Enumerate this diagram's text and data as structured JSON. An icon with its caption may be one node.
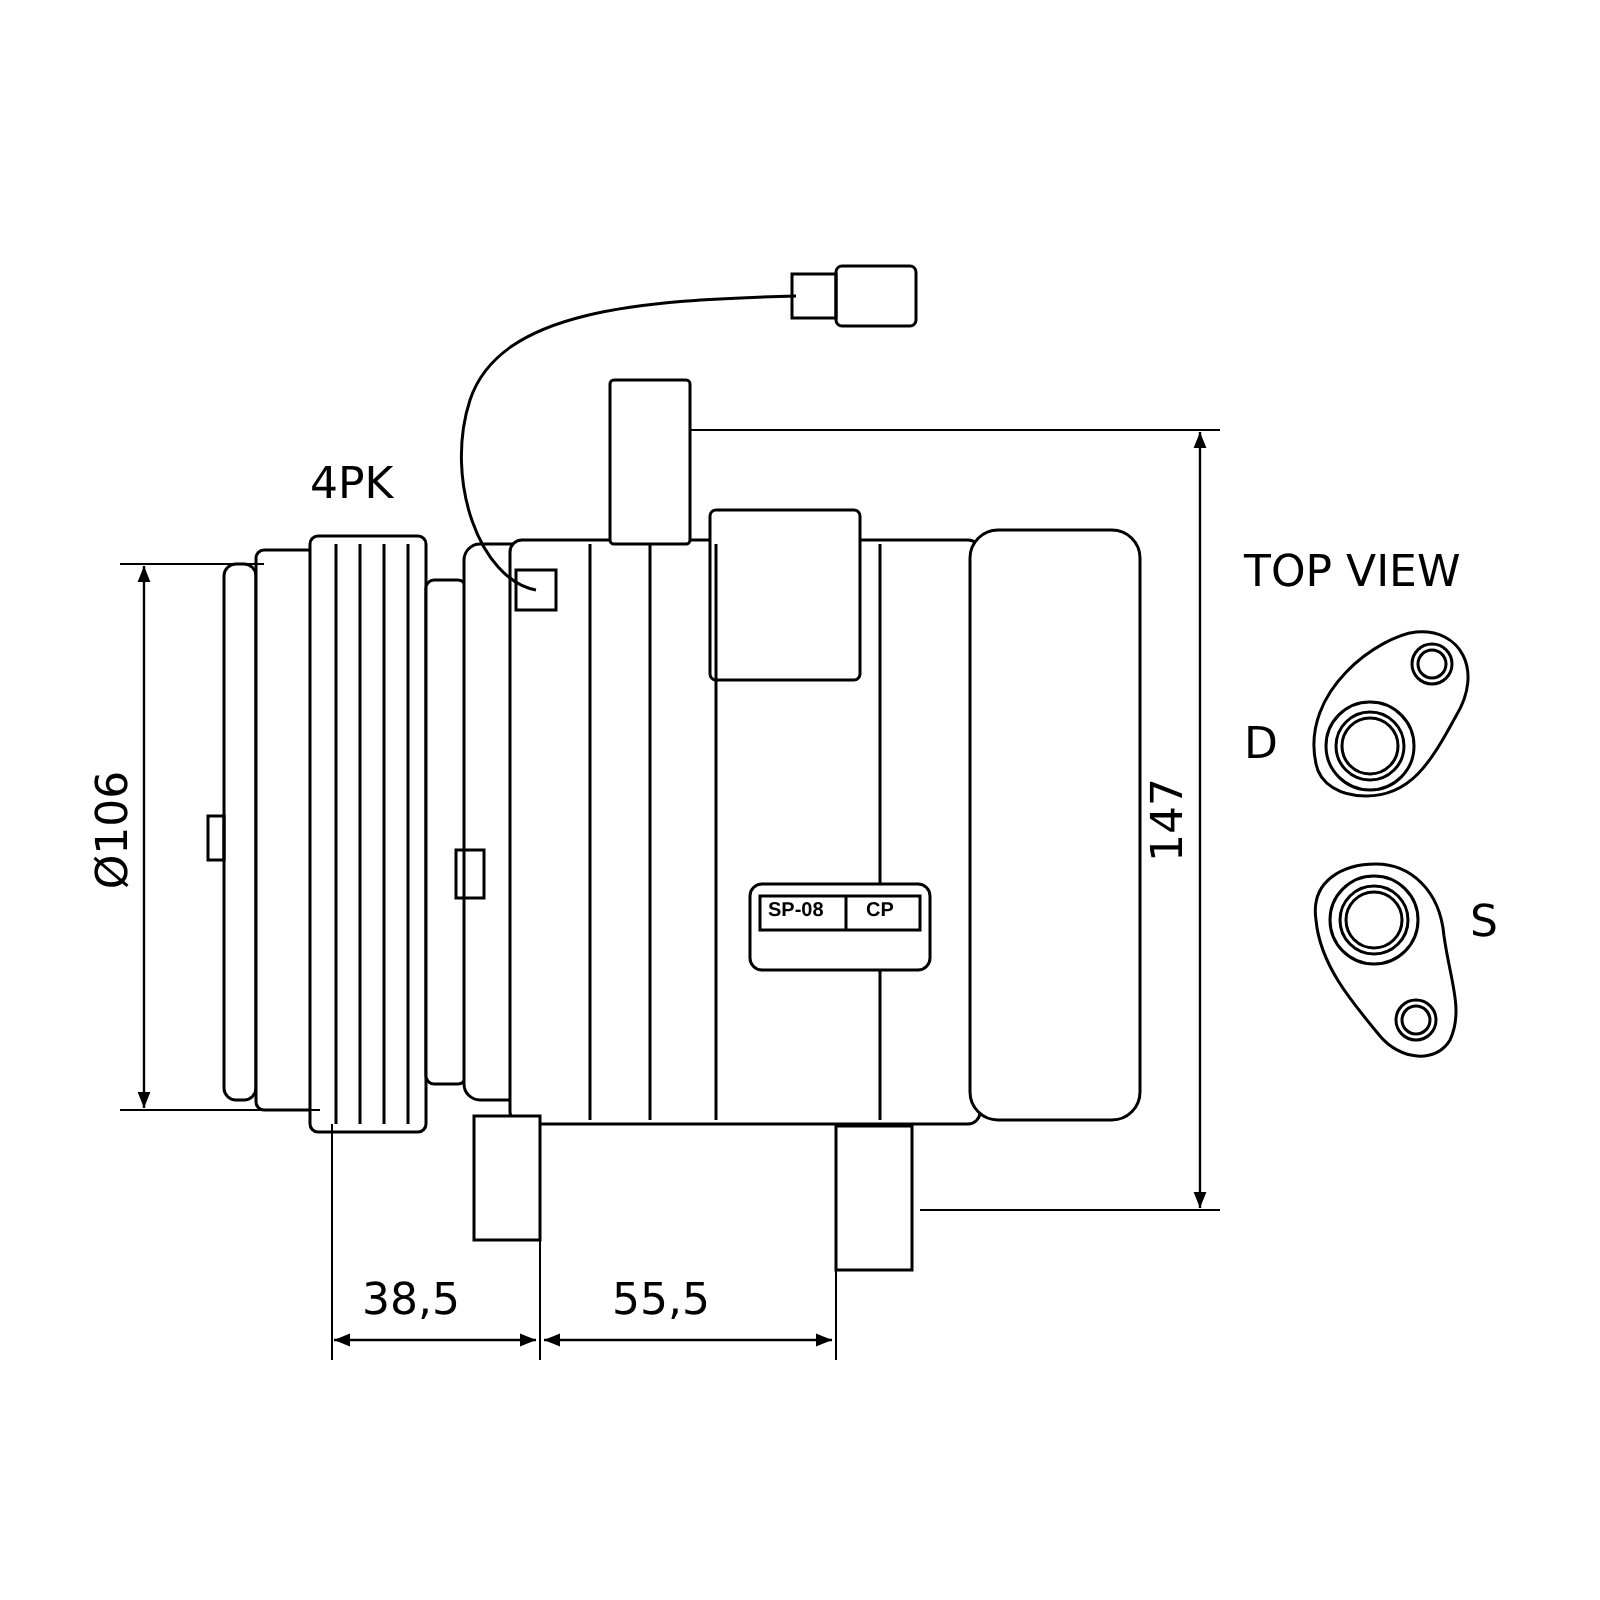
{
  "diagram": {
    "labels": [
      "4PK",
      "TOP VIEW",
      "D",
      "Ø106",
      "147",
      "SP-08",
      "CP",
      "S",
      "38,5",
      "55,5"
    ]
  }
}
